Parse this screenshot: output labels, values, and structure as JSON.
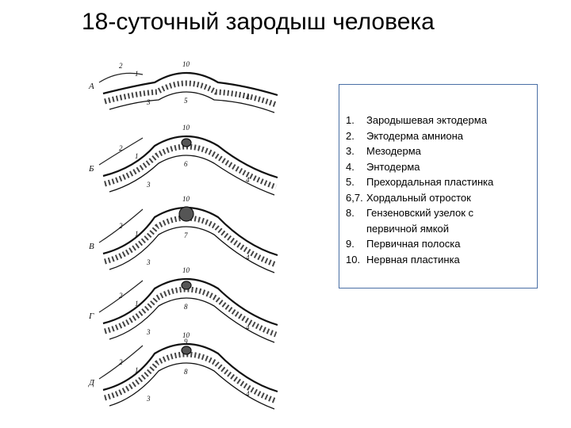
{
  "title": "18-суточный зародыш человека",
  "figure": {
    "stage_letters": [
      "А",
      "Б",
      "В",
      "Г",
      "Д"
    ],
    "callout_labels": [
      "1",
      "2",
      "3",
      "4",
      "5",
      "6",
      "7",
      "8",
      "9",
      "10"
    ]
  },
  "legend": {
    "items": [
      {
        "num": "1.",
        "text": "Зародышевая эктодерма"
      },
      {
        "num": "2.",
        "text": "Эктодерма амниона"
      },
      {
        "num": "3.",
        "text": "Мезодерма"
      },
      {
        "num": "4.",
        "text": "Энтодерма"
      },
      {
        "num": "5.",
        "text": "Прехордальная пластинка"
      },
      {
        "num": "6,7.",
        "text": "Хордальный отросток"
      },
      {
        "num": "8.",
        "text": "Гензеновский узелок с"
      },
      {
        "num": "",
        "text": "первичной ямкой"
      },
      {
        "num": "9.",
        "text": "Первичная полоска"
      },
      {
        "num": "10.",
        "text": "Нервная пластинка"
      }
    ]
  }
}
